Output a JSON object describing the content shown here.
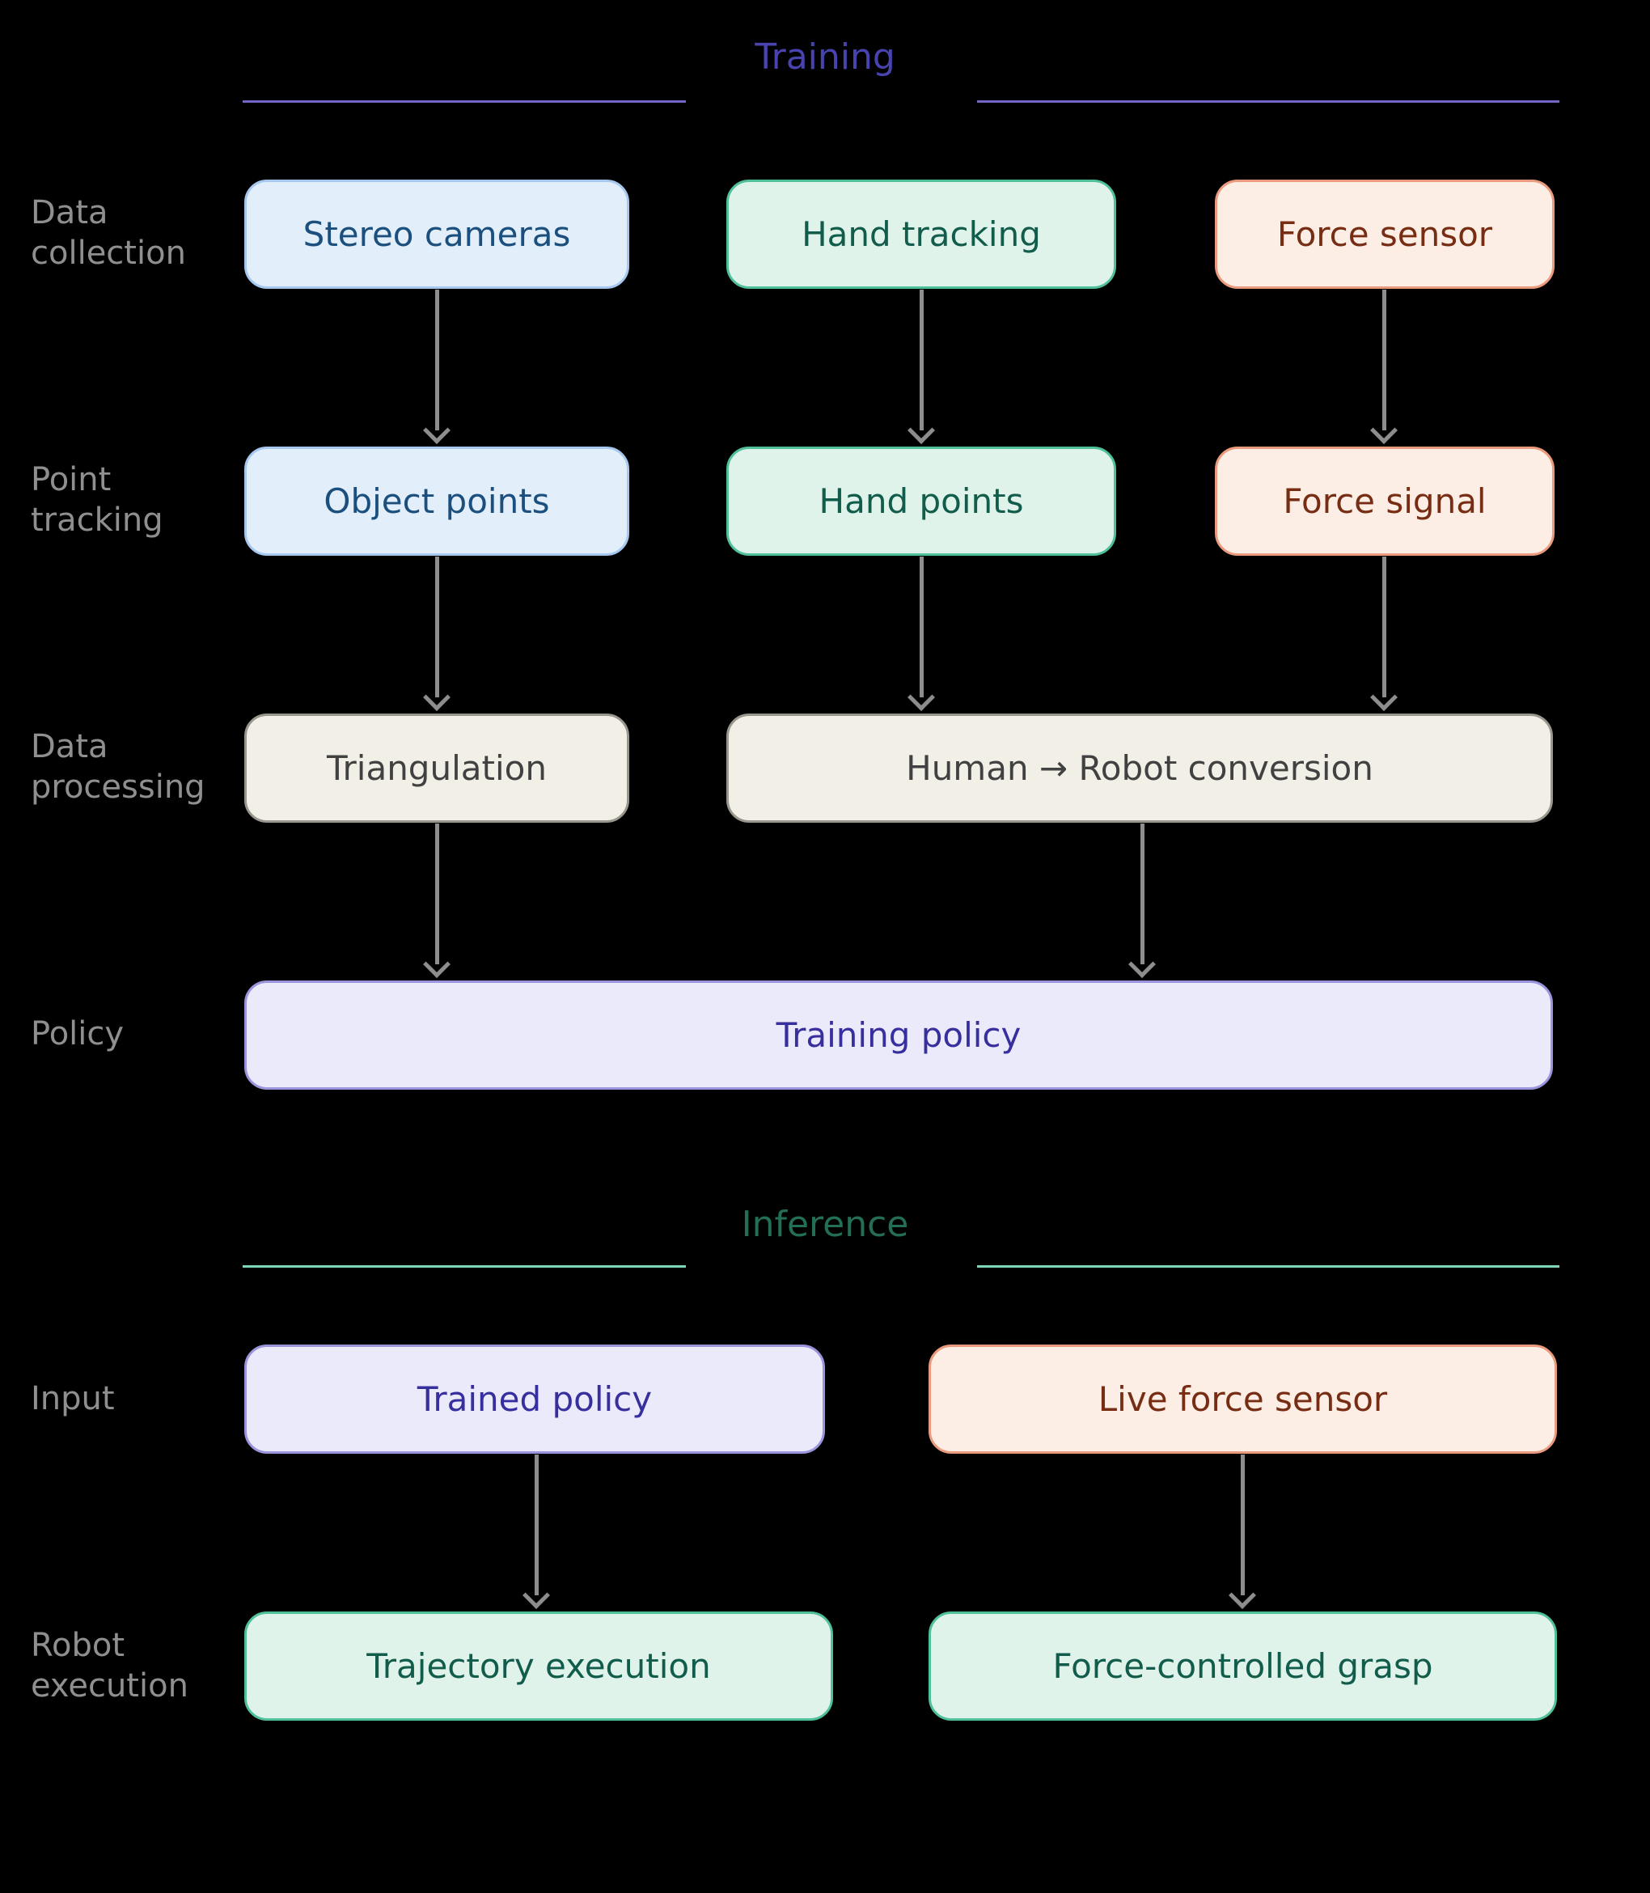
{
  "training": {
    "title": "Training",
    "rows": [
      {
        "label": "Data collection"
      },
      {
        "label": "Point tracking"
      },
      {
        "label": "Data processing"
      },
      {
        "label": "Policy"
      }
    ],
    "nodes": {
      "stereo_cameras": "Stereo cameras",
      "hand_tracking": "Hand tracking",
      "force_sensor": "Force sensor",
      "object_points": "Object points",
      "hand_points": "Hand points",
      "force_signal": "Force signal",
      "triangulation": "Triangulation",
      "human_robot_conversion": "Human → Robot conversion",
      "training_policy": "Training policy"
    }
  },
  "inference": {
    "title": "Inference",
    "rows": [
      {
        "label": "Input"
      },
      {
        "label": "Robot execution"
      }
    ],
    "nodes": {
      "trained_policy": "Trained policy",
      "live_force_sensor": "Live force sensor",
      "trajectory_execution": "Trajectory execution",
      "force_controlled_grasp": "Force-controlled grasp"
    }
  },
  "colors": {
    "background": "#000000",
    "row_label": "#8f8f8f",
    "arrow": "#8d8d8d",
    "training_title": "#4943b0",
    "training_line": "#7165c5",
    "inference_title": "#236e56",
    "inference_line": "#7cd7ba",
    "blue_fill": "#e2eefa",
    "blue_border": "#a6c8ef",
    "blue_text": "#1b4f7d",
    "green_fill": "#e0f3ea",
    "green_border": "#4fc09a",
    "green_text": "#115c4a",
    "peach_fill": "#fceee5",
    "peach_border": "#ea9a7d",
    "peach_text": "#772d14",
    "cream_fill": "#f1efe6",
    "cream_border": "#98968d",
    "cream_text": "#414141",
    "lavender_fill": "#eaeafa",
    "lavender_border": "#9a94dd",
    "lavender_text": "#372f9e"
  }
}
